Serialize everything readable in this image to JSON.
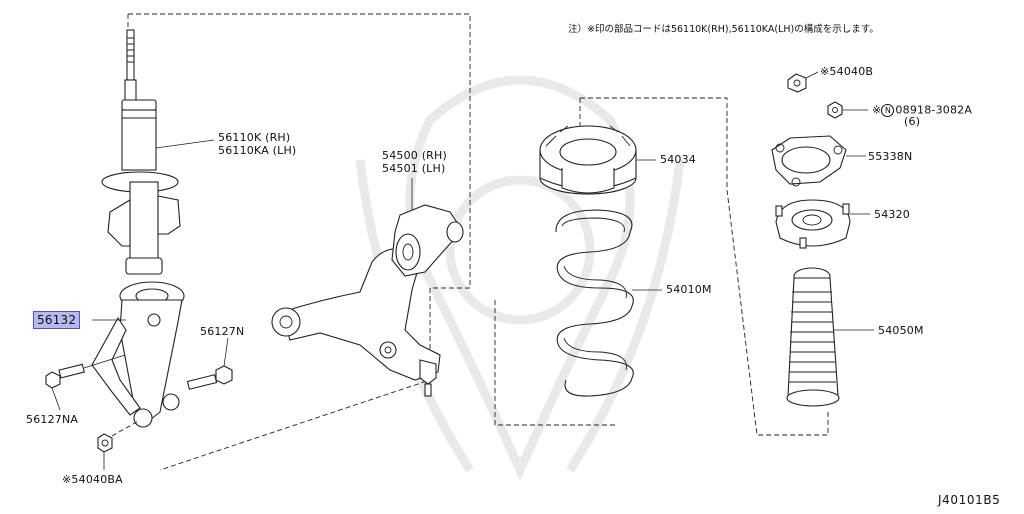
{
  "diagram": {
    "note": "注）※印の部品コードは56110K(RH),56110KA(LH)の構成を示します。",
    "code": "J40101B5",
    "labels": {
      "strut_rh": "56110K (RH)",
      "strut_lh": "56110KA (LH)",
      "arm_rh": "54500 (RH)",
      "arm_lh": "54501 (LH)",
      "seat": "54034",
      "spring": "54010M",
      "nut_top": "※54040B",
      "nut_washer_prefix": "※",
      "nut_washer_mark": "N",
      "nut_washer": "08918-3082A",
      "nut_washer_qty": "(6)",
      "mount": "55338N",
      "insulator": "54320",
      "boot": "54050M",
      "fork": "56132",
      "bolt_right": "56127N",
      "bolt_left": "56127NA",
      "nut_bottom": "※54040BA"
    }
  }
}
